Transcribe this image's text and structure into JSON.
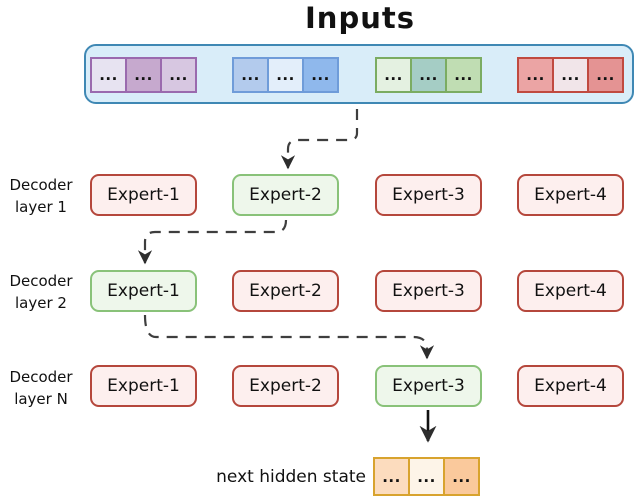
{
  "title": "Inputs",
  "colors": {
    "text": "#111111",
    "container_fill": "#d9edf9",
    "container_border": "#3f88b4",
    "purple_border": "#9a6aae",
    "purple_c0": "#e7e3f1",
    "purple_c1": "#c6a9ce",
    "purple_c2": "#d7c7e1",
    "blue_border": "#6f9cd9",
    "blue_c0": "#b3cbed",
    "blue_c1": "#e3eefa",
    "blue_c2": "#8fb8ec",
    "green_border": "#7bac62",
    "green_c0": "#e4f1e1",
    "green_c1": "#a5cdc5",
    "green_c2": "#c0ddb3",
    "red_border": "#c04a40",
    "red_c0": "#eba4a4",
    "red_c1": "#f1e5e9",
    "red_c2": "#e49393",
    "expert_border": "#b5473c",
    "expert_fill": "#fdefee",
    "expert_active_border": "#89c279",
    "expert_active_fill": "#eef7eb",
    "hidden_border": "#d8a32e",
    "hidden_c0": "#fcdcbe",
    "hidden_c1": "#fdf4e8",
    "hidden_c2": "#fac99c",
    "arrow": "#3e3e3e",
    "solid_arrow": "#111111"
  },
  "inputs": {
    "groups": [
      {
        "name": "purple-token-group",
        "cells": [
          "...",
          "...",
          "..."
        ]
      },
      {
        "name": "blue-token-group",
        "cells": [
          "...",
          "...",
          "..."
        ]
      },
      {
        "name": "green-token-group",
        "cells": [
          "...",
          "...",
          "..."
        ]
      },
      {
        "name": "red-token-group",
        "cells": [
          "...",
          "...",
          "..."
        ]
      }
    ]
  },
  "decoder_rows": [
    {
      "label": [
        "Decoder",
        "layer 1"
      ],
      "experts": [
        "Expert-1",
        "Expert-2",
        "Expert-3",
        "Expert-4"
      ],
      "active_index": 1
    },
    {
      "label": [
        "Decoder",
        "layer 2"
      ],
      "experts": [
        "Expert-1",
        "Expert-2",
        "Expert-3",
        "Expert-4"
      ],
      "active_index": 0
    },
    {
      "label": [
        "Decoder",
        "layer N"
      ],
      "experts": [
        "Expert-1",
        "Expert-2",
        "Expert-3",
        "Expert-4"
      ],
      "active_index": 2
    }
  ],
  "output": {
    "label": "next hidden state",
    "cells": [
      "...",
      "...",
      "..."
    ]
  }
}
